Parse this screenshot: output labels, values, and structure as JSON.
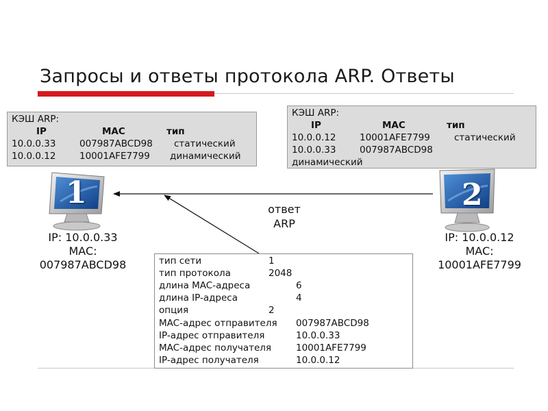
{
  "title": "Запросы и ответы протокола ARP. Ответы",
  "cache1": {
    "heading": "КЭШ ARP:",
    "col_ip": "IP",
    "col_mac": "MAC",
    "col_type": "тип",
    "rows": [
      {
        "ip": "10.0.0.33",
        "mac": "007987ABCD98",
        "type": "статический"
      },
      {
        "ip": "10.0.0.12",
        "mac": "10001AFE7799",
        "type": "динамический"
      }
    ]
  },
  "cache2": {
    "heading": "КЭШ ARP:",
    "col_ip": "IP",
    "col_mac": "MAC",
    "col_type": "тип",
    "rows": [
      {
        "ip": "10.0.0.12",
        "mac": "10001AFE7799",
        "type": "статический"
      },
      {
        "ip": "10.0.0.33",
        "mac": "007987ABCD98",
        "type": "динамический"
      }
    ]
  },
  "host1": {
    "number": "1",
    "ip": "IP: 10.0.0.33",
    "mac_label": "MAC:",
    "mac": "007987ABCD98"
  },
  "host2": {
    "number": "2",
    "ip": "IP: 10.0.0.12",
    "mac_label": "MAC:",
    "mac": "10001AFE7799"
  },
  "reply": {
    "line1": "ответ",
    "line2": "ARP"
  },
  "packet": {
    "fields": [
      {
        "label": "тип сети",
        "value": "1"
      },
      {
        "label": "тип протокола",
        "value": "2048"
      },
      {
        "label": "длина MAC-адреса",
        "value": "6"
      },
      {
        "label": "длина IP-адреса",
        "value": "4"
      },
      {
        "label": "опция",
        "value": "2"
      },
      {
        "label": "MAC-адрес отправителя",
        "value": "007987ABCD98"
      },
      {
        "label": "IP-адрес отправителя",
        "value": "10.0.0.33"
      },
      {
        "label": "MAC-адрес получателя",
        "value": "10001AFE7799"
      },
      {
        "label": "IP-адрес получателя",
        "value": "10.0.0.12"
      }
    ]
  },
  "colors": {
    "accent": "#d51920",
    "cache_bg": "#dcdcdc",
    "screen": "#1f5ea8"
  }
}
